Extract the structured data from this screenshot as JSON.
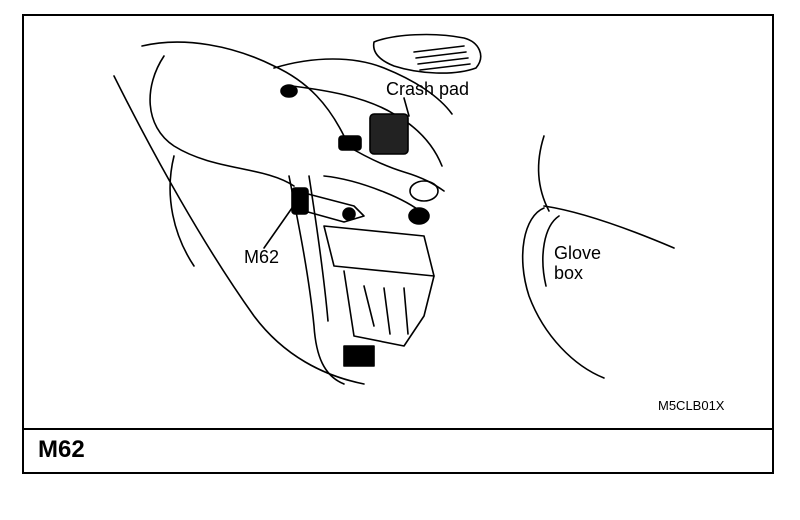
{
  "diagram": {
    "labels": {
      "crash_pad": "Crash pad",
      "connector": "M62",
      "glove_box": "Glove\nbox"
    },
    "figure_code": "M5CLB01X",
    "connector_id": "M62"
  }
}
